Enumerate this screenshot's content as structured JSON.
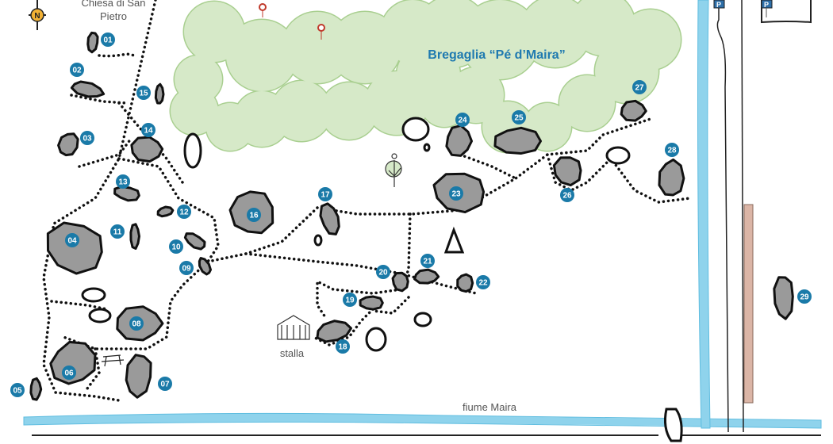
{
  "map": {
    "area_title": "Bregaglia “Pé d’Maira”",
    "church_label_line1": "Chiesa di San",
    "church_label_line2": "Pietro",
    "barn_label": "stalla",
    "river_label": "fiume Maira",
    "compass_letter": "N",
    "parking_letter": "P",
    "colors": {
      "badge": "#1a7aa8",
      "forest": "#d6e9c8",
      "forest_edge": "#a9cf90",
      "river": "#8fd3ec",
      "rock": "#9a9a9a",
      "compass": "#f2b134"
    }
  },
  "boulders": [
    "01",
    "02",
    "03",
    "04",
    "05",
    "06",
    "07",
    "08",
    "09",
    "10",
    "11",
    "12",
    "13",
    "14",
    "15",
    "16",
    "17",
    "18",
    "19",
    "20",
    "21",
    "22",
    "23",
    "24",
    "25",
    "26",
    "27",
    "28",
    "29"
  ]
}
